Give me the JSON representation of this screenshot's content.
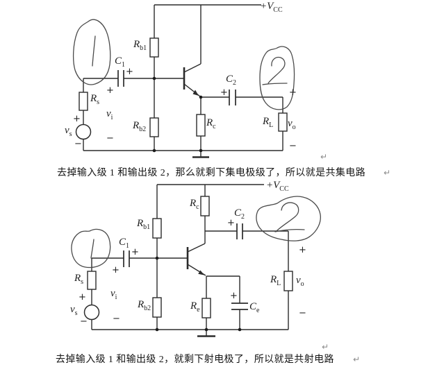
{
  "symbols": {
    "plus": "+",
    "minus": "−",
    "paragraph_mark": "↵"
  },
  "captions": {
    "common_collector": "去掉输入级 1 和输出级 2，那么就剩下集电极级了，所以就是共集电路",
    "common_emitter": "去掉输入级 1 和输出级 2，就剩下射电极了，所以就是共射电路"
  },
  "handwriting": {
    "input_stage_mark": "1",
    "output_stage_mark": "2"
  },
  "colors": {
    "wire": "#2b2b2b",
    "sketch": "#4a4a4a",
    "label": "#1c1c1c",
    "caption": "#151515",
    "paragraph_mark": "#8a8a8a",
    "background": "#ffffff"
  },
  "top_circuit": {
    "supply": {
      "main": "+V",
      "sub": "CC"
    },
    "rb1": {
      "main": "R",
      "sub": "b1"
    },
    "rb2": {
      "main": "R",
      "sub": "b2"
    },
    "rc": {
      "main": "R",
      "sub": "c"
    },
    "rl": {
      "main": "R",
      "sub": "L"
    },
    "rs": {
      "main": "R",
      "sub": "s"
    },
    "c1": {
      "main": "C",
      "sub": "1"
    },
    "c2": {
      "main": "C",
      "sub": "2"
    },
    "vs": {
      "main": "v",
      "sub": "s"
    },
    "vi": {
      "main": "v",
      "sub": "i"
    },
    "vo": {
      "main": "v",
      "sub": "o"
    }
  },
  "bottom_circuit": {
    "supply": {
      "main": "+V",
      "sub": "CC"
    },
    "rb1": {
      "main": "R",
      "sub": "b1"
    },
    "rb2": {
      "main": "R",
      "sub": "b2"
    },
    "rc": {
      "main": "R",
      "sub": "c"
    },
    "re": {
      "main": "R",
      "sub": "e"
    },
    "rl": {
      "main": "R",
      "sub": "L"
    },
    "rs": {
      "main": "R",
      "sub": "s"
    },
    "c1": {
      "main": "C",
      "sub": "1"
    },
    "c2": {
      "main": "C",
      "sub": "2"
    },
    "ce": {
      "main": "C",
      "sub": "e"
    },
    "vs": {
      "main": "v",
      "sub": "s"
    },
    "vi": {
      "main": "v",
      "sub": "i"
    },
    "vo": {
      "main": "v",
      "sub": "o"
    }
  }
}
